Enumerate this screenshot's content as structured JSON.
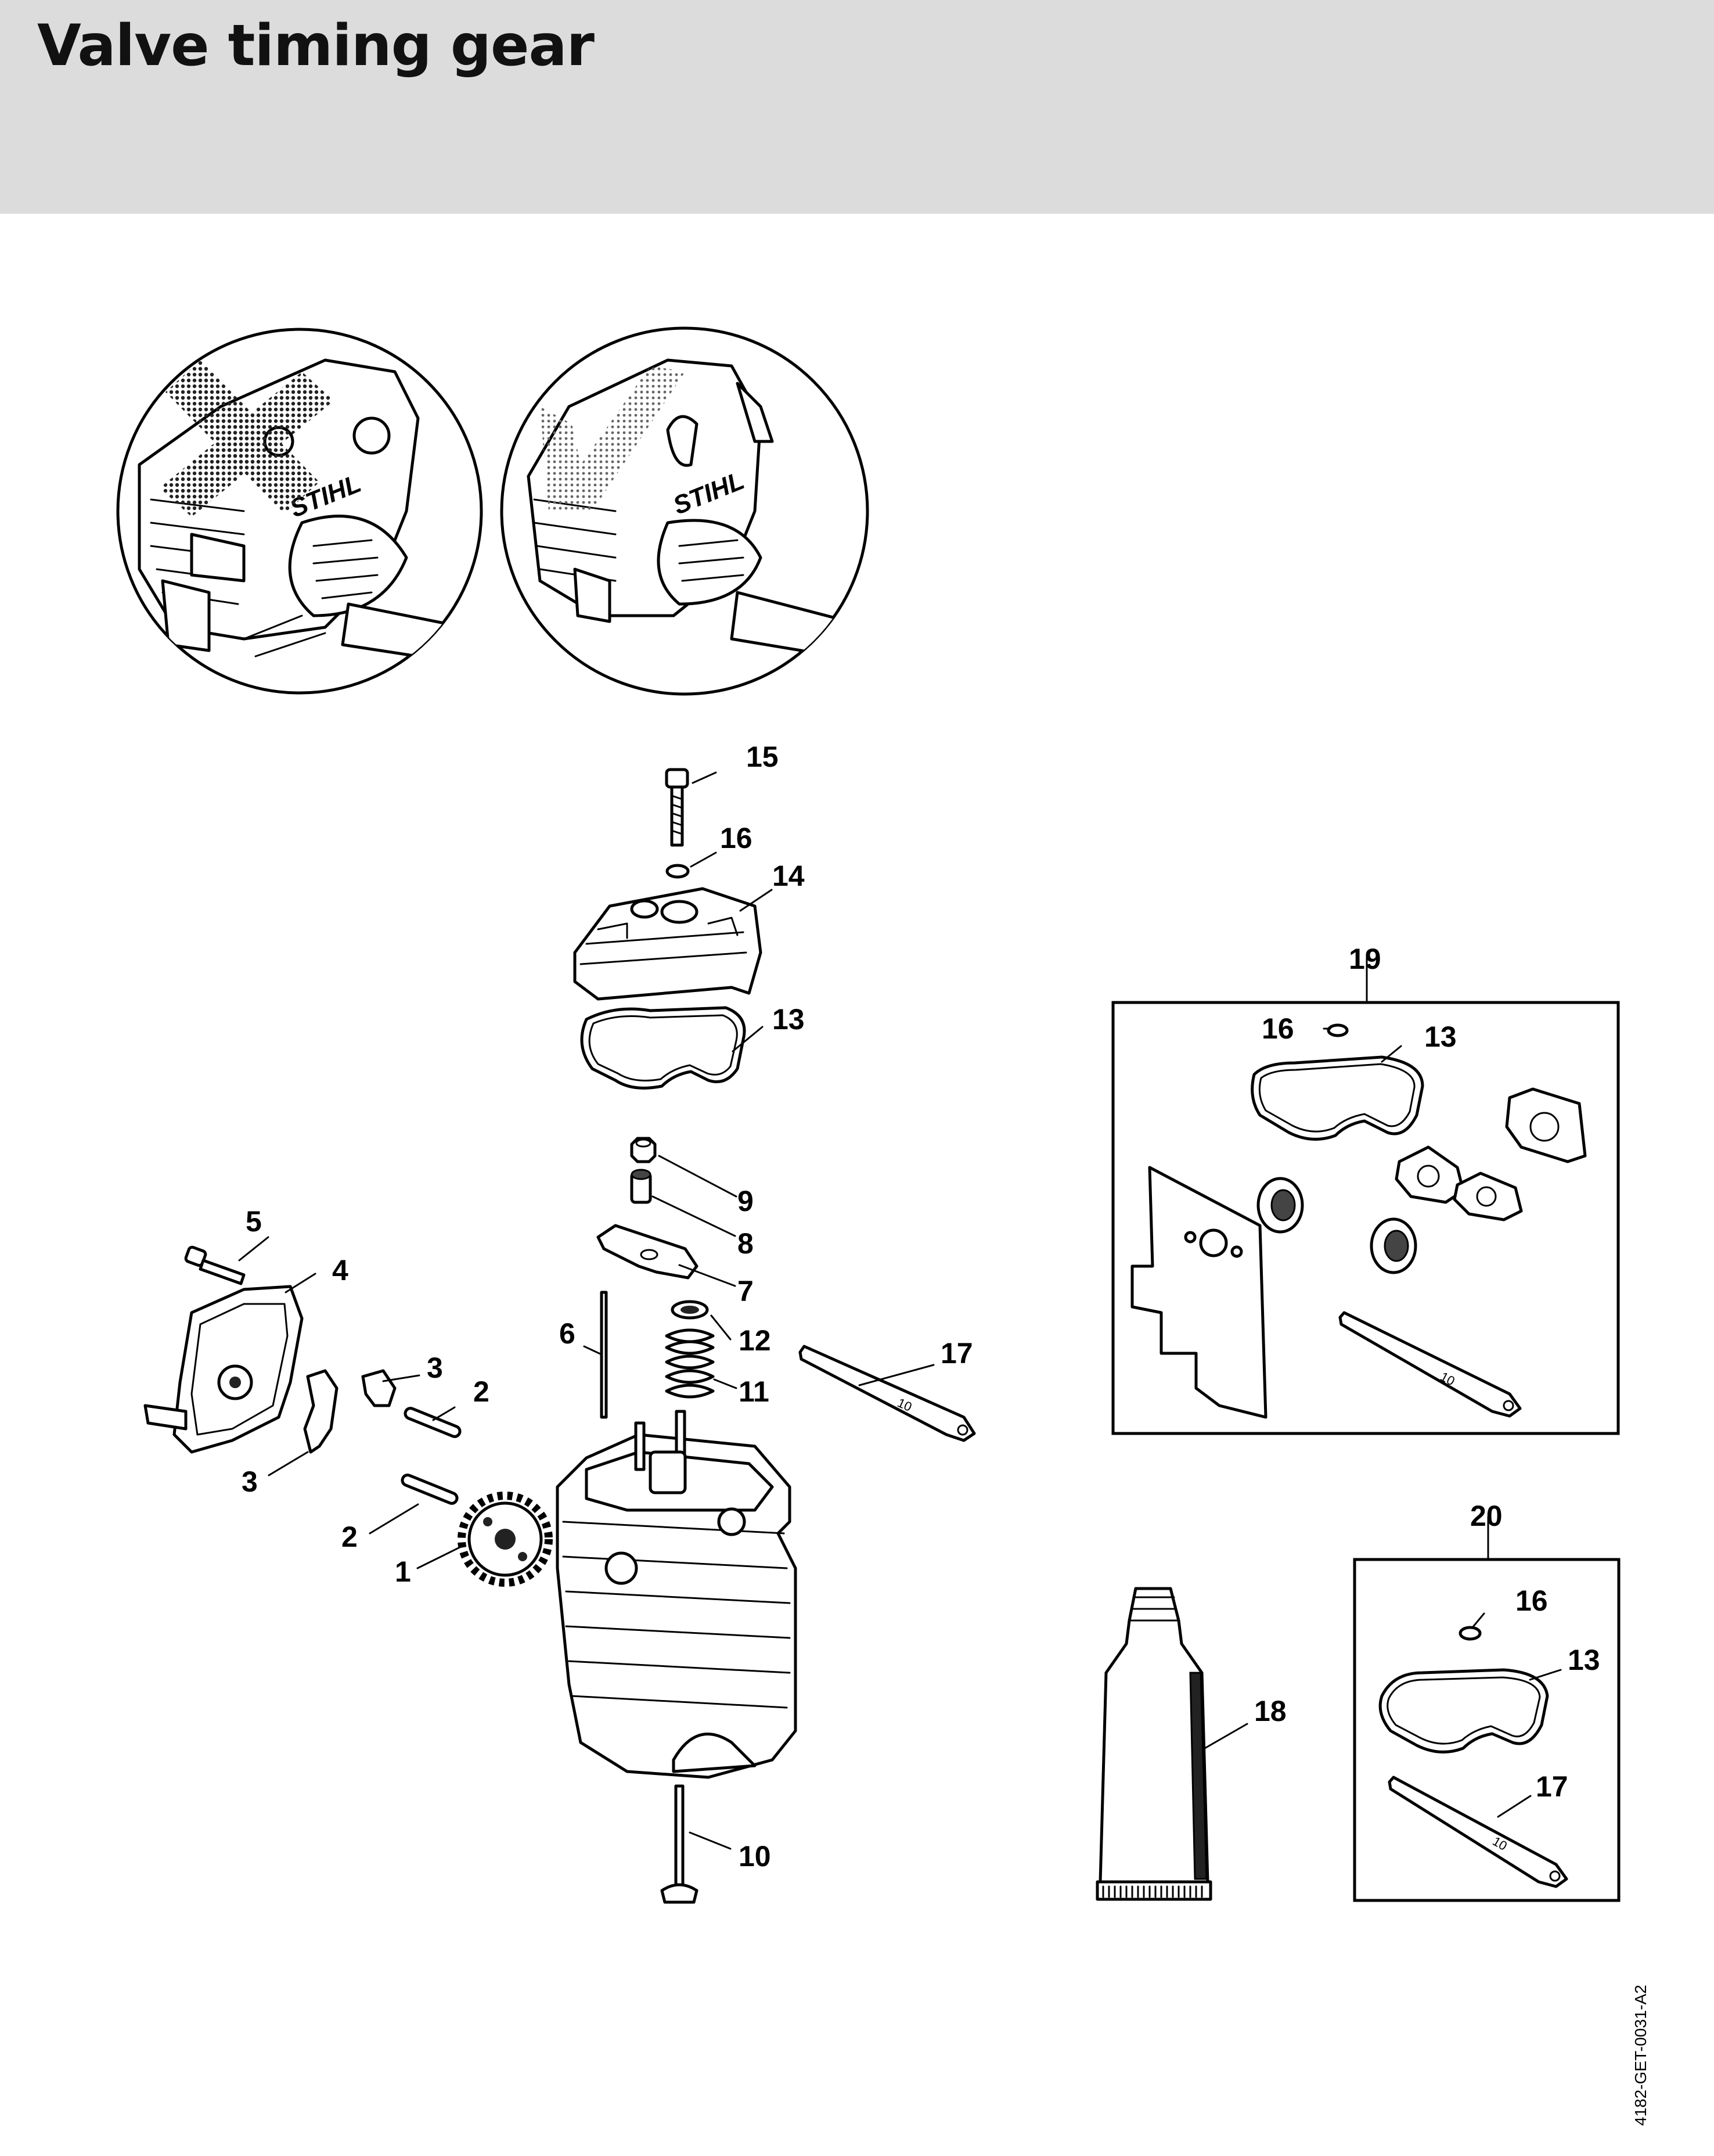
{
  "page": {
    "title": "Valve timing gear",
    "document_id": "4182-GET-0031-A2"
  },
  "brand": {
    "logo_text": "STIHL"
  },
  "reference_views": [
    {
      "id": "incorrect",
      "mark": "cross"
    },
    {
      "id": "correct",
      "mark": "check"
    }
  ],
  "callouts": {
    "c1": "1",
    "c2a": "2",
    "c2b": "2",
    "c3a": "3",
    "c3b": "3",
    "c4": "4",
    "c5": "5",
    "c6": "6",
    "c7": "7",
    "c8": "8",
    "c9": "9",
    "c10": "10",
    "c11": "11",
    "c12": "12",
    "c13": "13",
    "c14": "14",
    "c15": "15",
    "c16": "16",
    "c17": "17",
    "c18": "18",
    "c19": "19",
    "c20": "20",
    "k19_16": "16",
    "k19_13": "13",
    "k20_16": "16",
    "k20_13": "13",
    "k20_17": "17"
  },
  "tool_marking": "10",
  "colors": {
    "header_bg": "#dcdcdc",
    "ink": "#000000"
  }
}
